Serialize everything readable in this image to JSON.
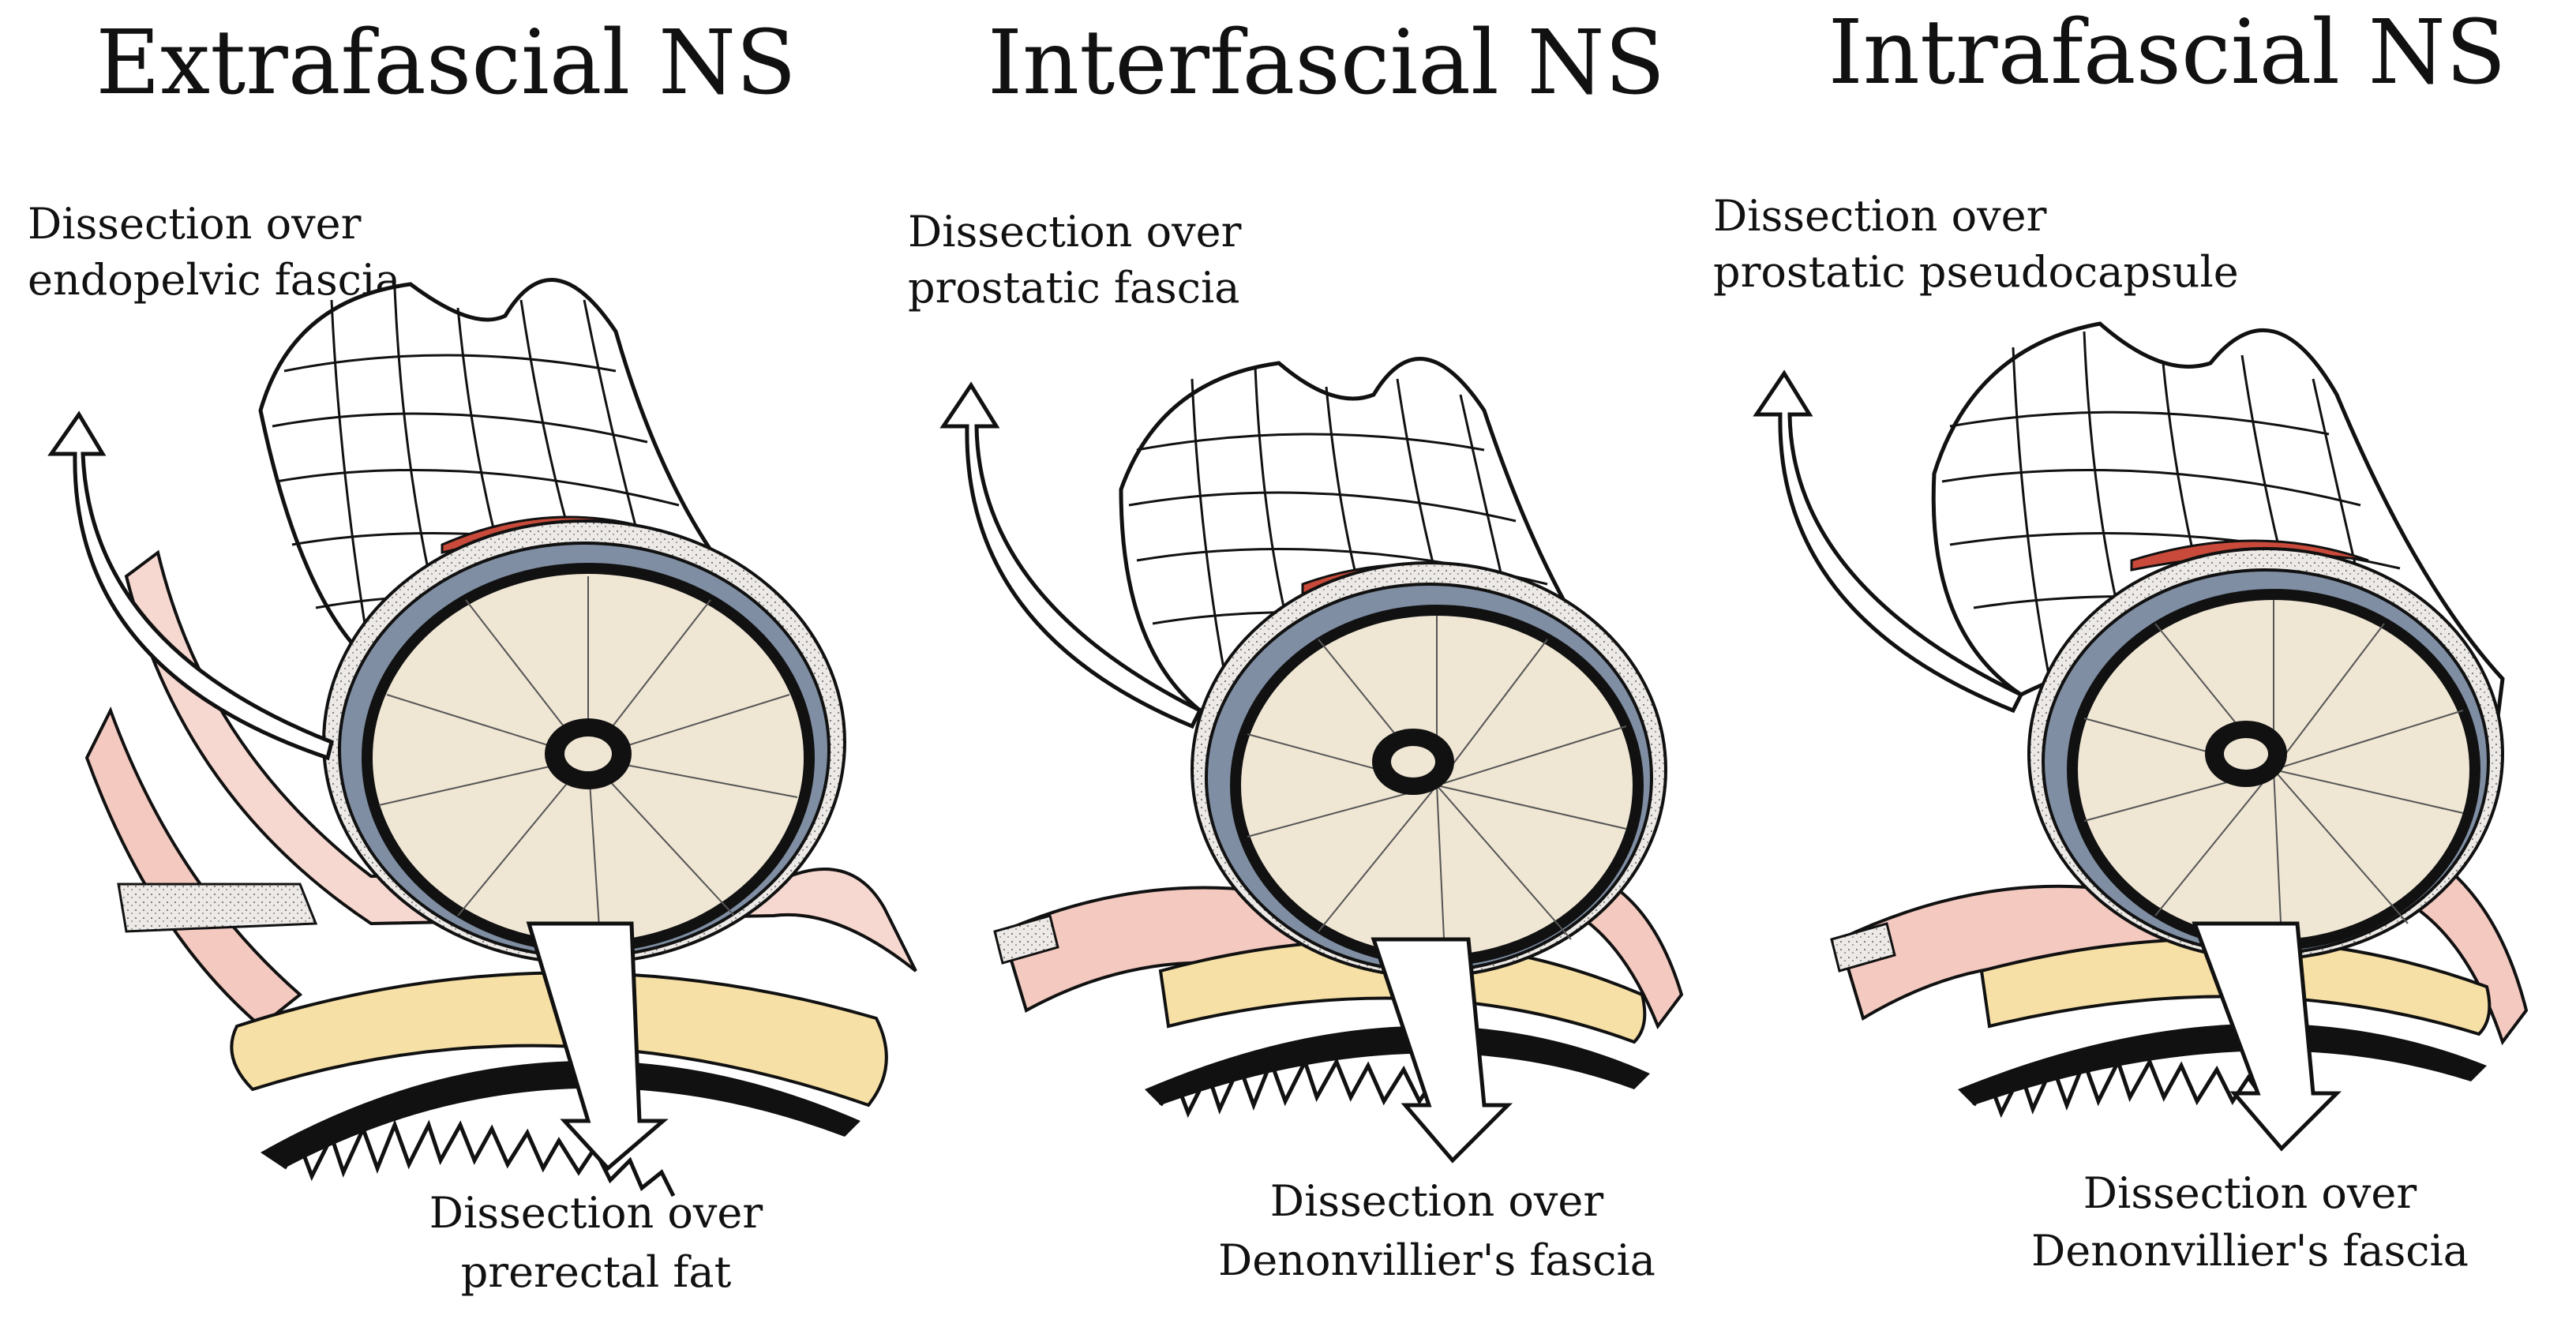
{
  "panels": [
    {
      "id": "extrafascial",
      "title": "Extrafascial NS",
      "top_label": [
        "Dissection over",
        "endopelvic fascia"
      ],
      "bottom_label": [
        "Dissection over",
        "prerectal fat"
      ]
    },
    {
      "id": "interfascial",
      "title": "Interfascial NS",
      "top_label": [
        "Dissection over",
        "prostatic fascia"
      ],
      "bottom_label": [
        "Dissection over",
        "Denonvillier's fascia"
      ]
    },
    {
      "id": "intrafascial",
      "title": "Intrafascial NS",
      "top_label": [
        "Dissection over",
        "prostatic pseudocapsule"
      ],
      "bottom_label": [
        "Dissection over",
        "Denonvillier's fascia"
      ]
    }
  ],
  "colors": {
    "prostate_fill": "#efe6d4",
    "fascia_blue": "#7f8ea3",
    "muscle_red": "#c94a3a",
    "fascia_pink": "#f3c9c0",
    "fat_yellow": "#f6e0a6",
    "line": "#111111"
  }
}
